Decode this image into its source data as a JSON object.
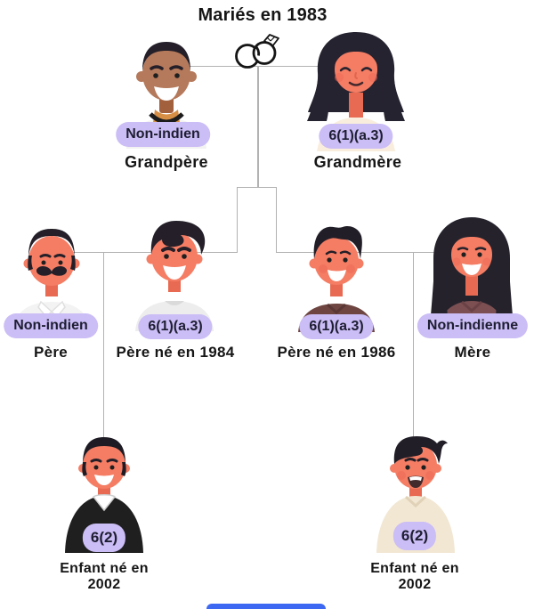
{
  "title": "Mariés en 1983",
  "people": {
    "grandfather": {
      "status": "Non-indien",
      "name": "Grandpère"
    },
    "grandmother": {
      "status": "6(1)(a.3)",
      "name": "Grandmère"
    },
    "father": {
      "status": "Non-indien",
      "name": "Père"
    },
    "father_1984": {
      "status": "6(1)(a.3)",
      "name": "Père né en 1984"
    },
    "father_1986": {
      "status": "6(1)(a.3)",
      "name": "Père né en 1986"
    },
    "mother": {
      "status": "Non-indienne",
      "name": "Mère"
    },
    "child_left": {
      "status": "6(2)",
      "name_line1": "Enfant né en",
      "name_line2": "2002"
    },
    "child_right": {
      "status": "6(2)",
      "name_line1": "Enfant né en",
      "name_line2": "2002"
    }
  },
  "icons": {
    "marriage": "wedding-rings-icon"
  },
  "colors": {
    "badge_bg": "#cbbdf5",
    "badge_text": "#1e1e32",
    "connector_line": "#b2b2b2",
    "partial_button_blue": "#3d68f2"
  }
}
